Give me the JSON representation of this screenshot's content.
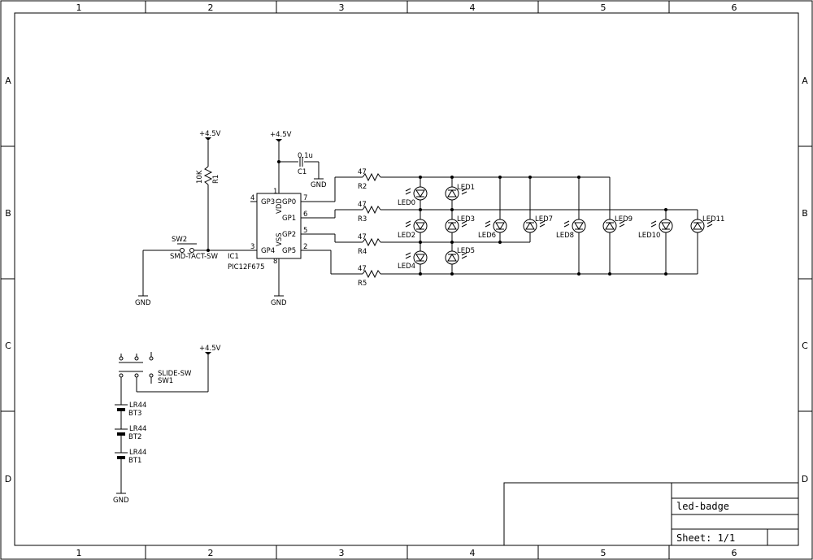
{
  "frame": {
    "columns": [
      "1",
      "2",
      "3",
      "4",
      "5",
      "6"
    ],
    "rows": [
      "A",
      "B",
      "C",
      "D"
    ]
  },
  "title_block": {
    "title": "led-badge",
    "sheet": "Sheet: 1/1"
  },
  "power": {
    "vcc": "+4.5V",
    "gnd": "GND"
  },
  "ic1": {
    "ref": "IC1",
    "value": "PIC12F675",
    "pins_left": [
      "GP3",
      "GP4"
    ],
    "pins_right": [
      "GP0",
      "GP1",
      "GP2",
      "GP5"
    ],
    "pin_vdd": "VDD",
    "pin_vss": "VSS",
    "pin_numbers": [
      "4",
      "3",
      "7",
      "6",
      "5",
      "2",
      "1",
      "8"
    ]
  },
  "c1": {
    "ref": "C1",
    "value": "0.1u"
  },
  "r1": {
    "ref": "R1",
    "value": "10K"
  },
  "sw2": {
    "ref": "SW2",
    "value": "SMD-TACT-SW"
  },
  "sw1": {
    "ref": "SW1",
    "value": "SLIDE-SW"
  },
  "resistors": [
    {
      "ref": "R2",
      "value": "47"
    },
    {
      "ref": "R3",
      "value": "47"
    },
    {
      "ref": "R4",
      "value": "47"
    },
    {
      "ref": "R5",
      "value": "47"
    }
  ],
  "leds": [
    "LED0",
    "LED1",
    "LED2",
    "LED3",
    "LED4",
    "LED5",
    "LED6",
    "LED7",
    "LED8",
    "LED9",
    "LED10",
    "LED11"
  ],
  "batteries": [
    {
      "ref": "BT3",
      "value": "LR44"
    },
    {
      "ref": "BT2",
      "value": "LR44"
    },
    {
      "ref": "BT1",
      "value": "LR44"
    }
  ]
}
